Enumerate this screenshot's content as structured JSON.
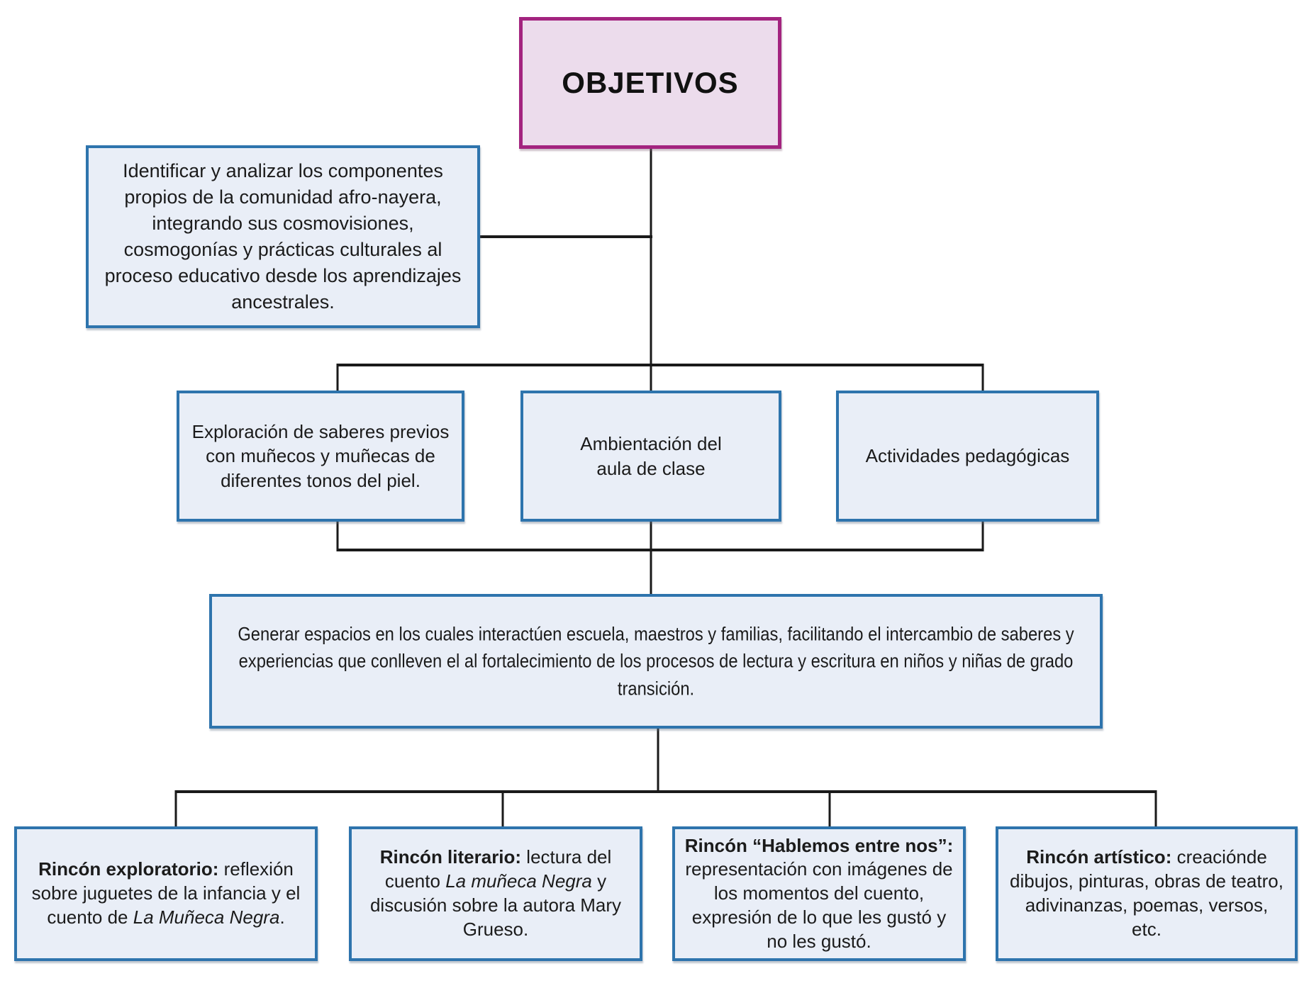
{
  "colors": {
    "pink-fill": "#ecdcec",
    "pink-border": "#a3247f",
    "blue-fill": "#e9eef7",
    "blue-border": "#2e74ad",
    "line": "#1a1a1a",
    "text": "#1b1b1b"
  },
  "diagram": {
    "title": "OBJETIVOS",
    "intro": "Identificar y analizar los componentes propios de la comunidad afro-nayera, integrando sus cosmovisiones, cosmogonías y prácticas culturales al proceso educativo desde los aprendizajes ancestrales.",
    "level2": [
      {
        "text": "Exploración de saberes previos con muñecos y muñecas de diferentes tonos del piel."
      },
      {
        "text": "Ambientación del aula de clase"
      },
      {
        "text": "Actividades pedagógicas"
      }
    ],
    "wide": "Generar espacios en los cuales interactúen escuela, maestros y familias, facilitando el intercambio de saberes y experiencias que conlleven el al fortalecimiento de los procesos de lectura y escritura en niños y niñas de grado transición.",
    "rincones": [
      {
        "segments": [
          {
            "text": "Rincón exploratorio:",
            "bold": true
          },
          {
            "text": " reflexión sobre juguetes de la infancia y el cuento de "
          },
          {
            "text": "La Muñeca Negra",
            "italic": true
          },
          {
            "text": "."
          }
        ]
      },
      {
        "segments": [
          {
            "text": "Rincón literario:",
            "bold": true
          },
          {
            "text": " lectura del cuento "
          },
          {
            "text": "La muñeca Negra",
            "italic": true
          },
          {
            "text": " y discusión sobre la autora Mary Grueso."
          }
        ]
      },
      {
        "segments": [
          {
            "text": "Rincón “Hablemos entre nos”:",
            "bold": true
          },
          {
            "text": " representación con imágenes de los momentos  del cuento, expresión de lo que les gustó y no les gustó."
          }
        ]
      },
      {
        "segments": [
          {
            "text": "Rincón artístico:",
            "bold": true
          },
          {
            "text": " creaciónde dibujos, pinturas, obras de teatro, adivinanzas, poemas, versos, etc."
          }
        ]
      }
    ]
  }
}
